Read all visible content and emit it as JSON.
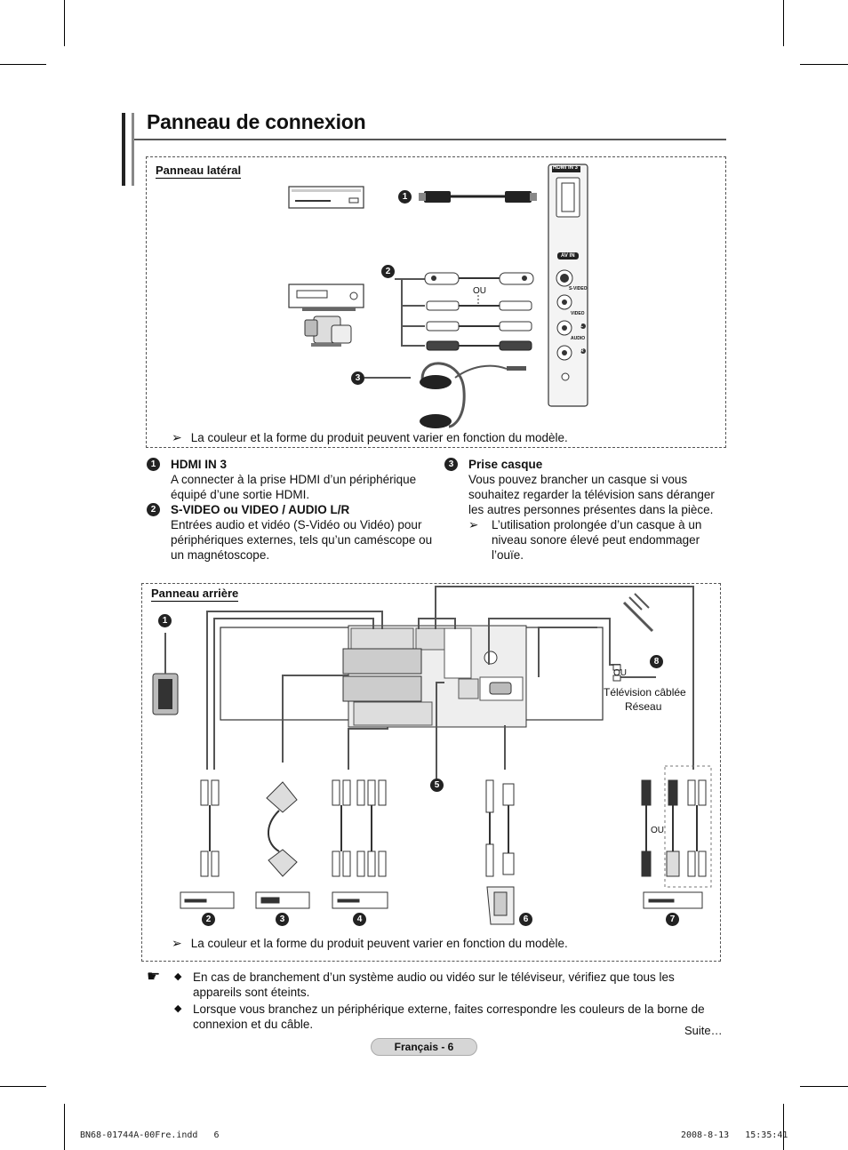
{
  "header": {
    "title": "Panneau de connexion"
  },
  "side_panel": {
    "label": "Panneau latéral",
    "ports": {
      "hdmi": "HDMI IN 3",
      "av_in": "AV IN",
      "svideo": "S-VIDEO",
      "video": "VIDEO",
      "audio": "AUDIO",
      "l": "L",
      "r": "R"
    },
    "or_label": "OU",
    "note": "La couleur et la forme du produit peuvent varier en fonction du modèle."
  },
  "descriptions": {
    "item1": {
      "num": "1",
      "title": "HDMI IN 3",
      "text": "A connecter à la prise HDMI d’un périphérique équipé d’une sortie HDMI."
    },
    "item2": {
      "num": "2",
      "title": "S-VIDEO ou VIDEO / AUDIO L/R",
      "text": "Entrées audio et vidéo (S-Vidéo ou Vidéo) pour périphériques externes, tels qu’un caméscope ou un magnétoscope."
    },
    "item3": {
      "num": "3",
      "title": "Prise casque",
      "text": "Vous pouvez brancher un casque si vous souhaitez regarder la télévision sans déranger les autres personnes présentes dans la pièce.",
      "note": "L’utilisation prolongée d’un casque à un niveau sonore élevé peut endommager l’ouïe."
    }
  },
  "rear_panel": {
    "label": "Panneau arrière",
    "numbers": [
      "1",
      "2",
      "3",
      "4",
      "5",
      "6",
      "7",
      "8"
    ],
    "or_label": "OU",
    "cable_tv": "Télévision câblée",
    "network": "Réseau",
    "note": "La couleur et la forme du produit peuvent varier en fonction du modèle."
  },
  "bullets": [
    "En cas de branchement d’un système audio ou vidéo sur le téléviseur, vérifiez que tous les appareils sont éteints.",
    "Lorsque vous branchez un périphérique externe, faites correspondre les couleurs de la borne de connexion et du câble."
  ],
  "continued": "Suite…",
  "page_label": "Français - 6",
  "footer": {
    "file": "BN68-01744A-00Fre.indd   6",
    "date": "2008-8-13   15:35:41"
  }
}
